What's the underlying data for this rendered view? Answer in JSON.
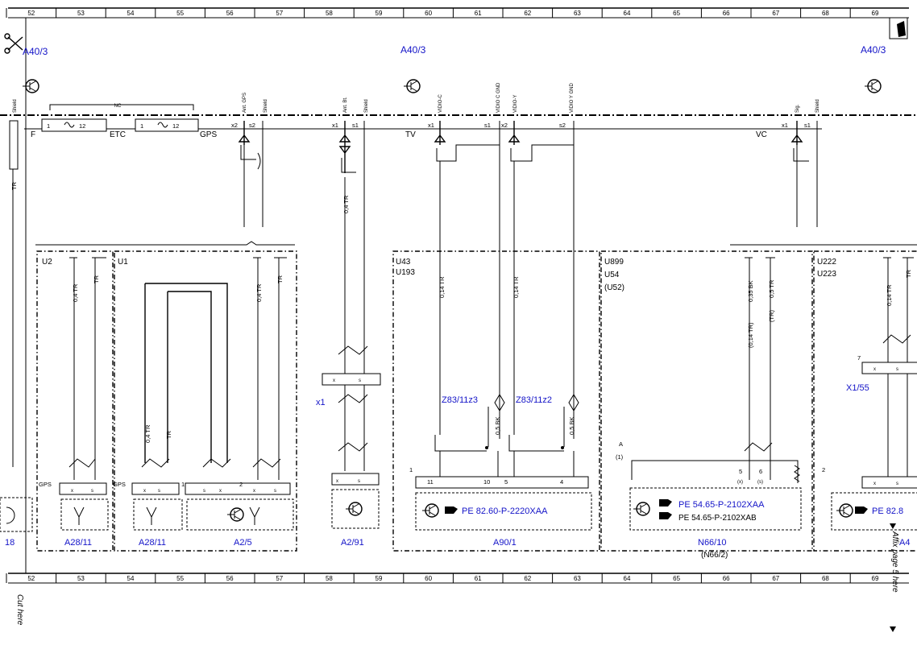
{
  "ruler": {
    "numbers": [
      "52",
      "53",
      "54",
      "55",
      "56",
      "57",
      "58",
      "59",
      "60",
      "61",
      "62",
      "63",
      "64",
      "65",
      "66",
      "67",
      "68",
      "69"
    ]
  },
  "module_refs": {
    "left": "A40/3",
    "center": "A40/3",
    "right": "A40/3"
  },
  "bus": {
    "nc_label": "NC",
    "slots": [
      {
        "label": "F",
        "pin_a": "",
        "pin_b": ""
      },
      {
        "label": "ETC",
        "pin_a": "1",
        "pin_b": "12"
      },
      {
        "label": "GPS",
        "pin_a": "1",
        "pin_b": "12"
      },
      {
        "label": "TV",
        "pin_a": "",
        "pin_b": ""
      },
      {
        "label": "VC",
        "pin_a": "",
        "pin_b": ""
      }
    ],
    "pins": [
      {
        "conn": "",
        "signal": "Shield"
      },
      {
        "conn": "x2",
        "signal": "Ant. GPS"
      },
      {
        "conn": "s2",
        "signal": "Shield"
      },
      {
        "conn": "x1",
        "signal": "Ant. Bt."
      },
      {
        "conn": "s1",
        "signal": "Shield"
      },
      {
        "conn": "x1",
        "signal": "VIDIO-C"
      },
      {
        "conn": "s1",
        "signal": "VIDIO C GND"
      },
      {
        "conn": "x2",
        "signal": "VIDIO-Y"
      },
      {
        "conn": "s2",
        "signal": "VIDIO Y GND"
      },
      {
        "conn": "x1",
        "signal": "Sig."
      },
      {
        "conn": "s1",
        "signal": "Shield"
      }
    ]
  },
  "wires": {
    "tr": "TR",
    "w04tr": "0,4 TR",
    "w014tr": "0,14 TR",
    "w05bk": "0,5 BK",
    "w014tr_alt": "(0,14 TR)",
    "w035bk": "0,35 BK",
    "tr_alt": "(TR)",
    "w05tr": "0,5 TR"
  },
  "variants": {
    "u2": "U2",
    "u1": "U1",
    "u43": "U43",
    "u193": "U193",
    "u899": "U899",
    "u54": "U54",
    "u52": "(U52)",
    "u222": "U222",
    "u223": "U223"
  },
  "connectors": {
    "x1": "x1",
    "x1_55": "X1/55",
    "z83_11z3": "Z83/11z3",
    "z83_11z2": "Z83/11z2"
  },
  "components": {
    "a28_11_a": "A28/11",
    "a28_11_b": "A28/11",
    "a2_5": "A2/5",
    "a2_91": "A2/91",
    "a90_1": "A90/1",
    "n66_10": "N66/10",
    "n66_2": "(N66/2)",
    "left_cut": "18",
    "right_cut": "A4"
  },
  "pins": {
    "gps_a": "GPS",
    "gps_b": "GPS",
    "p1": "1",
    "p2": "2",
    "p11": "11",
    "p10": "10",
    "p5": "5",
    "p4": "4",
    "pA": "A",
    "pA_alt": "(1)",
    "p5b": "5",
    "p6": "6",
    "p5b_alt": "(x)",
    "p6_alt": "(s)",
    "p1b": "1",
    "p2b": "2",
    "p7": "7",
    "x": "x",
    "s": "s"
  },
  "pe_refs": {
    "a90_1": "PE 82.60-P-2220XAA",
    "n66_10": "PE 54.65-P-2102XAA",
    "n66_2": "PE 54.65-P-2102XAB",
    "right": "PE 82.8"
  },
  "margin_notes": {
    "cut_here": "Cut here",
    "affix": "Affix page 5 here"
  }
}
